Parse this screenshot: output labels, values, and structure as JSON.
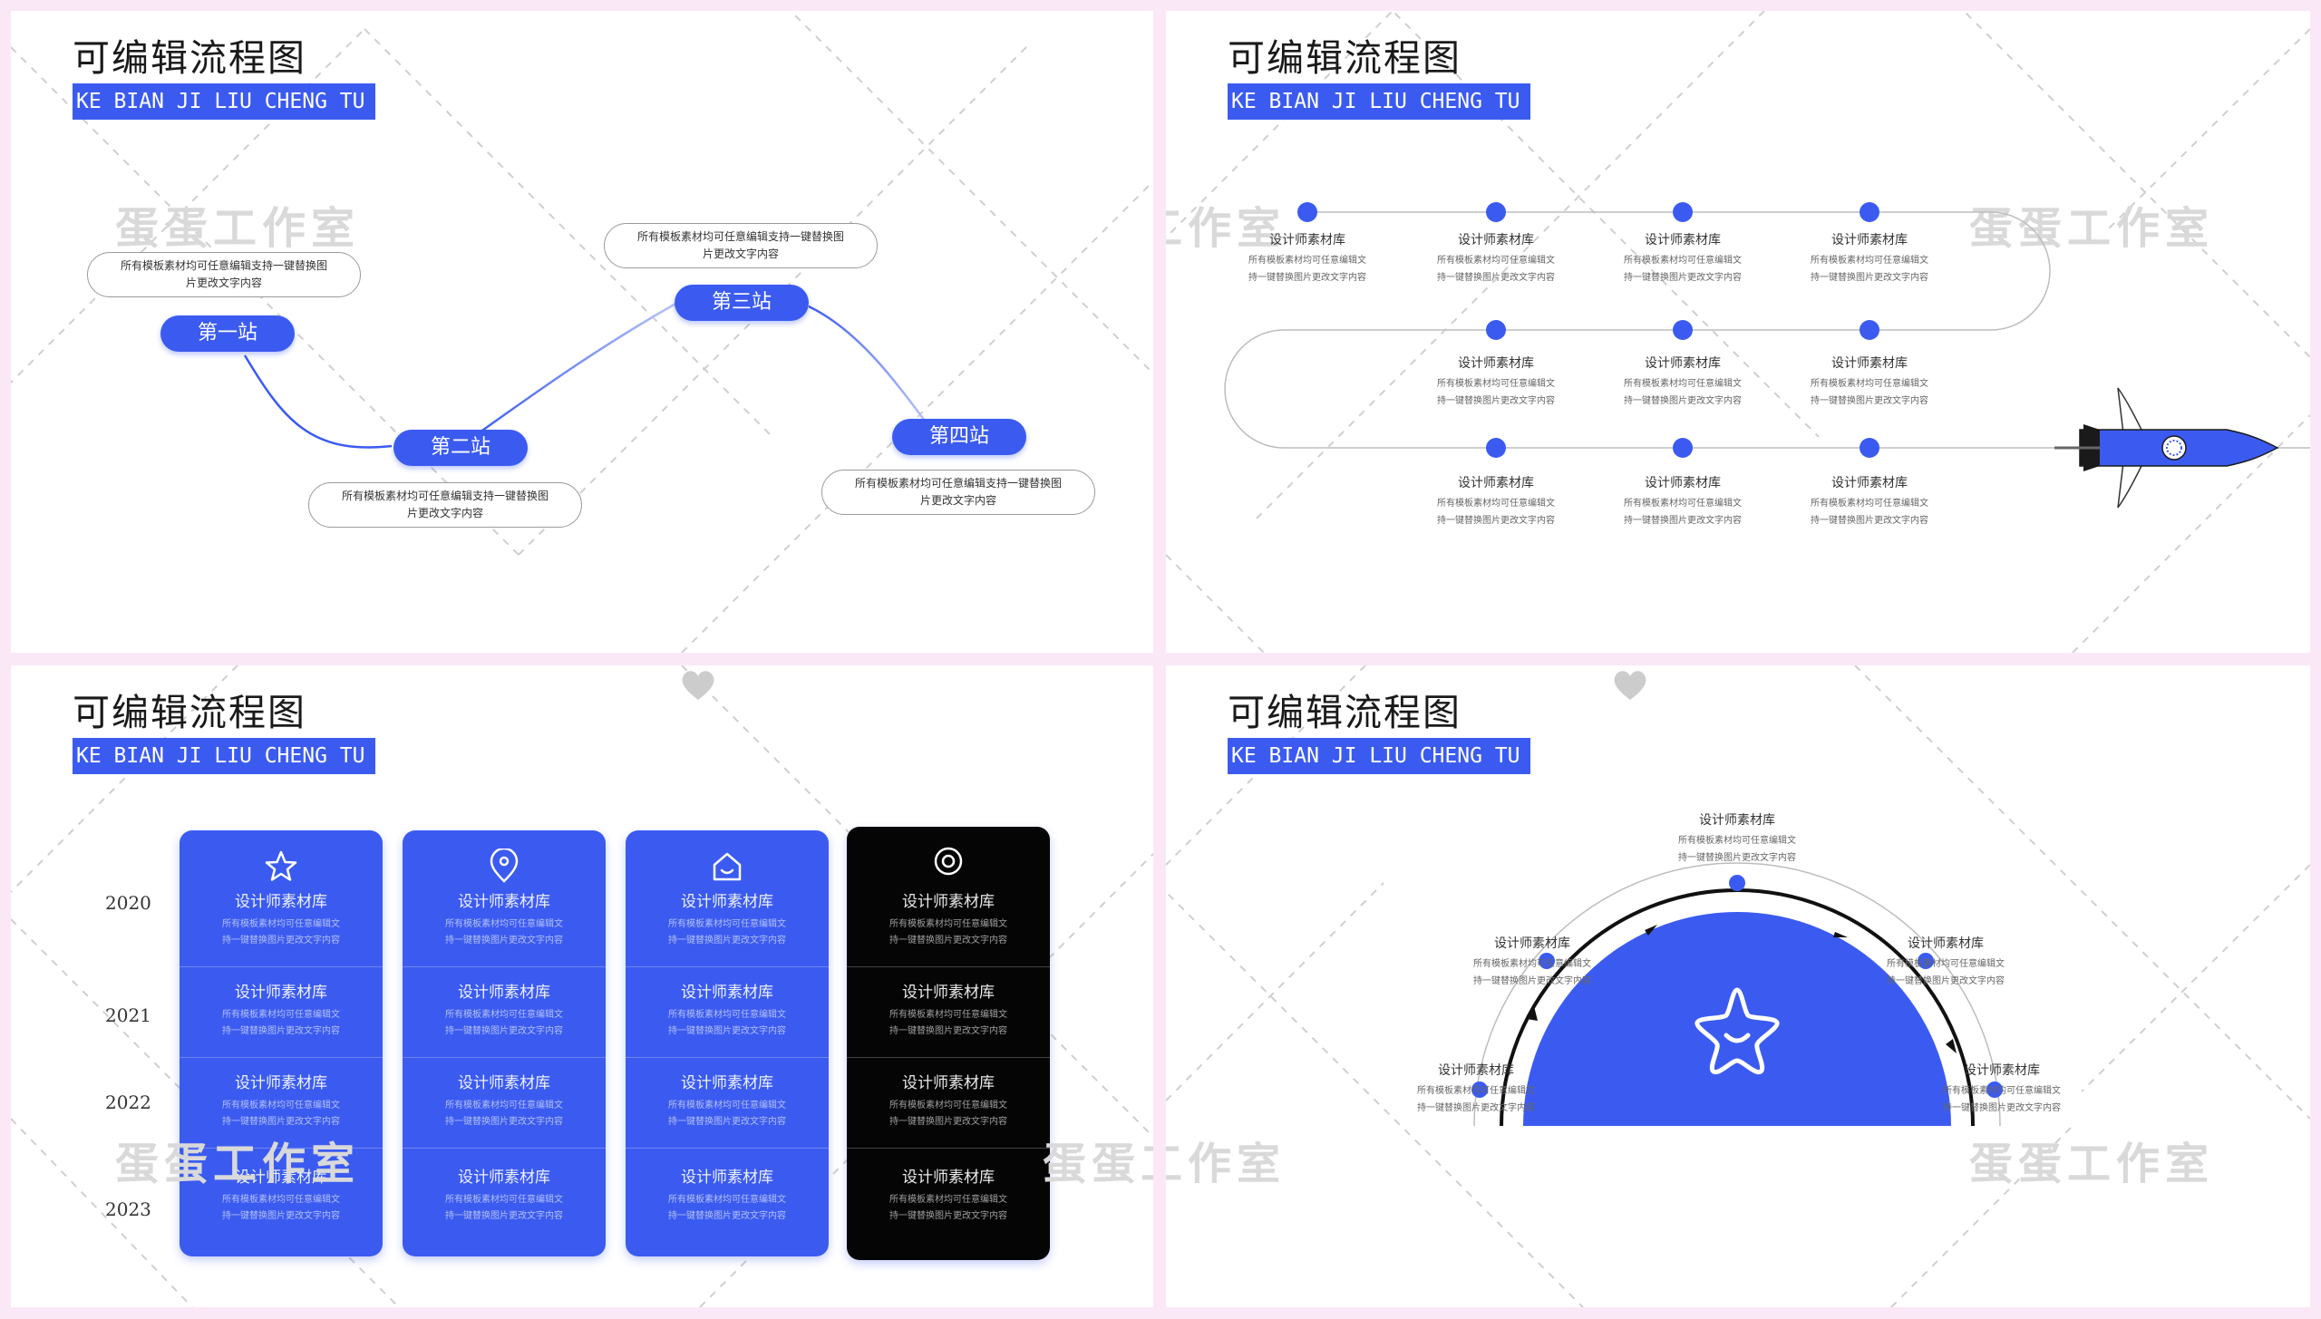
{
  "slide_title": "可编辑流程图",
  "slide_subtitle": "KE BIAN JI LIU CHENG TU",
  "watermark": "蛋蛋工作室",
  "s1": {
    "stations": [
      "第一站",
      "第二站",
      "第三站",
      "第四站"
    ],
    "note": "所有模板素材均可任意编辑支持一键替换图",
    "note2": "片更改文字内容"
  },
  "item": {
    "title": "设计师素材库",
    "desc1": "所有模板素材均可任意编辑文",
    "desc2": "持一键替换图片更改文字内容"
  },
  "s3": {
    "years": [
      "2020",
      "2021",
      "2022",
      "2023"
    ]
  },
  "colors": {
    "accent": "#3b5bf0",
    "dark": "#050505",
    "background": "#fbe8f7"
  },
  "icons": {
    "col1": "star-icon",
    "col2": "location-pin-icon",
    "col3": "smile-home-icon",
    "col4": "target-icon",
    "rocket": "rocket-icon",
    "heart": "heart-icon"
  }
}
